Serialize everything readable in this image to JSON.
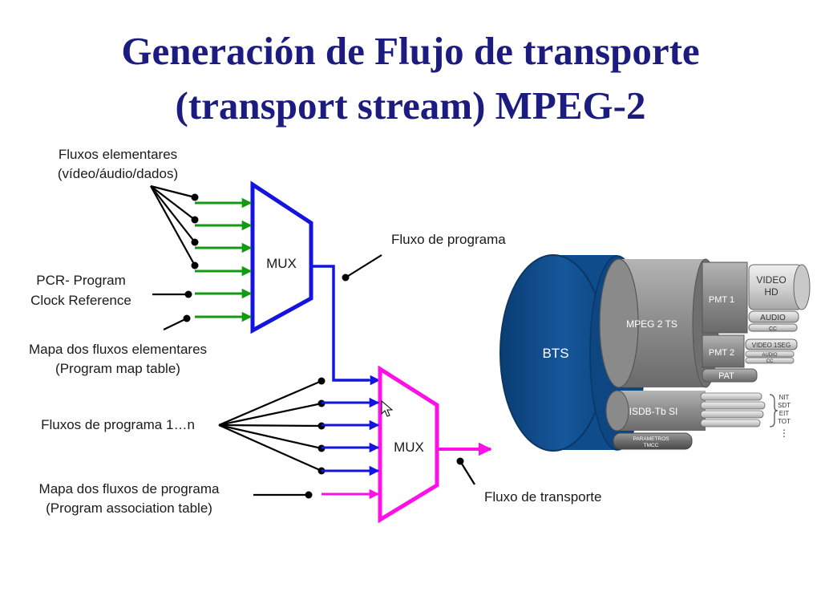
{
  "title": {
    "line1": "Generación de Flujo de transporte",
    "line2": "(transport stream) MPEG-2"
  },
  "labels": {
    "elementary_streams_1": "Fluxos elementares",
    "elementary_streams_2": "(vídeo/áudio/dados)",
    "pcr_1": "PCR- Program",
    "pcr_2": "Clock Reference",
    "pmt_1": "Mapa dos fluxos elementares",
    "pmt_2": "(Program map table)",
    "program_streams": "Fluxos de programa 1…n",
    "pat_1": "Mapa dos fluxos de programa",
    "pat_2": "(Program association table)",
    "program_flow": "Fluxo de programa",
    "transport_flow": "Fluxo de transporte"
  },
  "mux": {
    "upper_label": "MUX",
    "lower_label": "MUX"
  },
  "cable": {
    "bts": "BTS",
    "mpeg2ts": "MPEG 2 TS",
    "pmt1": "PMT 1",
    "video_hd_1": "VIDEO",
    "video_hd_2": "HD",
    "audio": "AUDIO",
    "cc": "CC",
    "pmt2": "PMT 2",
    "video_1seg": "VIDEO 1SEG",
    "audio_small": "AUDIO",
    "cc_small": "CC",
    "pat": "PAT",
    "isdb": "ISDB-Tb SI",
    "param_1": "PARAMETROS",
    "param_2": "TMCC",
    "si_nit": "NIT",
    "si_sdt": "SDT",
    "si_eit": "EIT",
    "si_tot": "TOT",
    "si_more": "⋮"
  },
  "colors": {
    "title": "#1c1c80",
    "mux_upper": "#1414e0",
    "mux_lower": "#ff10e8",
    "arrow_green": "#139a13",
    "arrow_blue": "#1414e0",
    "arrow_magenta": "#ff10e8",
    "bts_blue": "#0f4c8c",
    "cable_grey": "#7d7d7d"
  }
}
